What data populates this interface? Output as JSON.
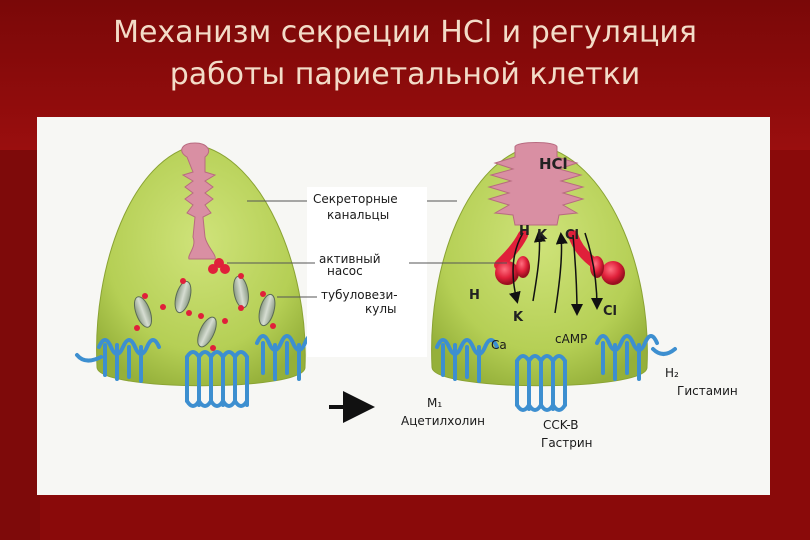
{
  "title": {
    "line1": "Механизм секреции HCl и регуляция",
    "line2": "работы париетальной клетки"
  },
  "labels": {
    "secretory_1": "Секреторные",
    "secretory_2": "канальцы",
    "pump_1": "активный",
    "pump_2": "насос",
    "tubulo_1": "тубуловези-",
    "tubulo_2": "кулы",
    "m1": "M₁",
    "acetylcholine": "Ацетилхолин",
    "cckb": "CCK-B",
    "gastrin": "Гастрин",
    "h2": "H₂",
    "histamine": "Гистамин"
  },
  "cell_labels": {
    "hcl": "HCl",
    "h_top": "H",
    "k_top": "K",
    "cl_top": "Cl",
    "h_out": "H",
    "k_bottom": "K",
    "cl_bottom": "Cl",
    "ca": "Ca",
    "camp": "cAMP"
  },
  "colors": {
    "cell_fill": "#bcd55e",
    "cell_shade": "#9cb83a",
    "canal_fill": "#d98fa3",
    "pump_red": "#e0203a",
    "receptor_blue": "#3d8fd0"
  }
}
